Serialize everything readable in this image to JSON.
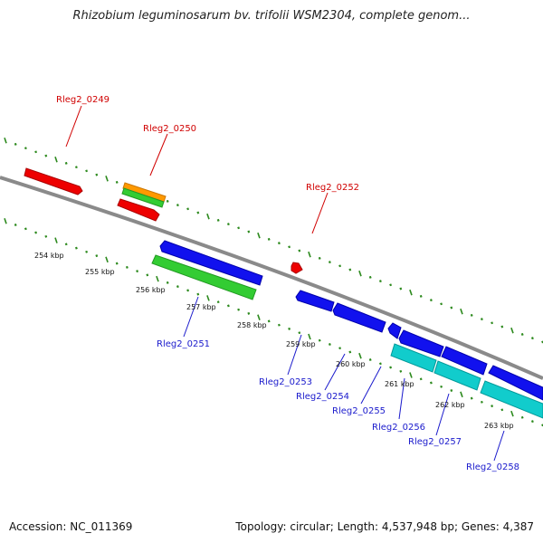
{
  "title": "Rhizobium leguminosarum bv. trifolii WSM2304, complete genom...",
  "accession": "Accession: NC_011369",
  "topology": "Topology: circular; Length: 4,537,948 bp; Genes: 4,387",
  "colors": {
    "backbone": "#8a8a8a",
    "ticks": "#2d8a1e",
    "label_top": "#d00000",
    "label_bottom": "#1a1acc",
    "gene_red": "#ee0000",
    "gene_orange": "#ff9900",
    "gene_green": "#33cc33",
    "gene_blue": "#1111ee",
    "gene_cyan": "#11cccc"
  },
  "scale_labels": [
    "254 kbp",
    "255 kbp",
    "256 kbp",
    "257 kbp",
    "258 kbp",
    "259 kbp",
    "260 kbp",
    "261 kbp",
    "262 kbp",
    "263 kbp"
  ],
  "gene_labels_top": [
    "Rleg2_0249",
    "Rleg2_0250",
    "Rleg2_0252"
  ],
  "gene_labels_bottom": [
    "Rleg2_0251",
    "Rleg2_0253",
    "Rleg2_0254",
    "Rleg2_0255",
    "Rleg2_0256",
    "Rleg2_0257",
    "Rleg2_0258"
  ]
}
